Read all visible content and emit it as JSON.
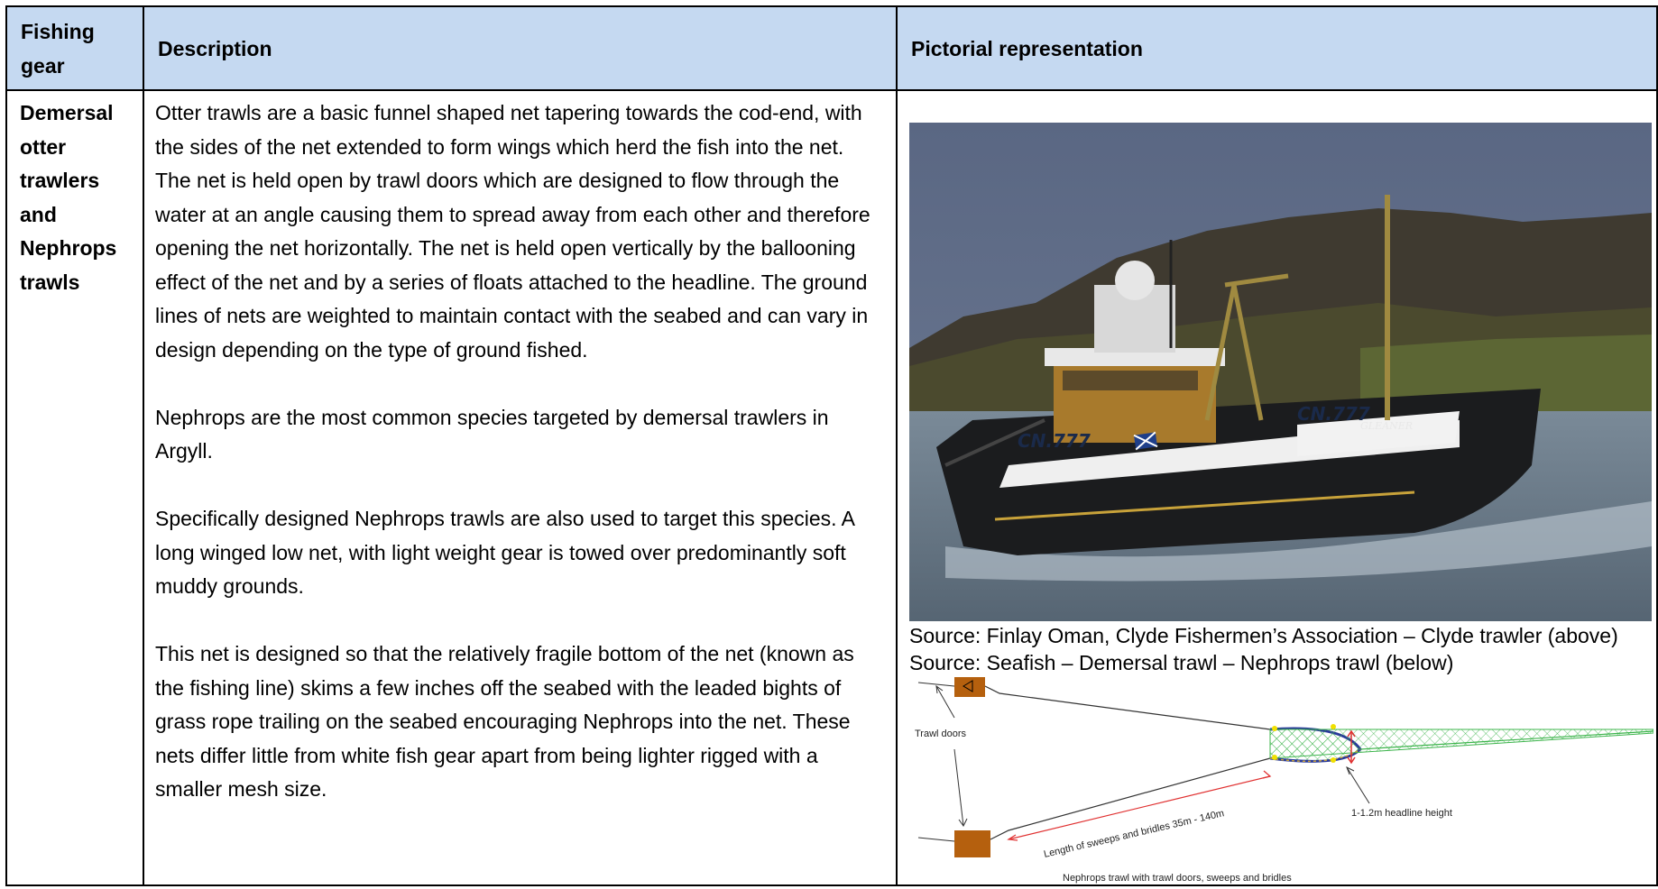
{
  "header": {
    "col1": "Fishing gear",
    "col2": "Description",
    "col3": "Pictorial representation"
  },
  "row": {
    "gear": "Demersal otter trawlers and Nephrops trawls",
    "paragraphs": [
      "Otter trawls are a basic funnel shaped net tapering towards the cod-end, with the sides of the net extended to form wings which herd the fish into the net. The net is held open by trawl doors which are designed to flow through the water at an angle causing them to spread away from each other and therefore opening the net horizontally. The net is held open vertically by the ballooning effect of the net and by a series of floats attached to the headline. The ground lines of nets are weighted to maintain contact with the seabed and can vary in design depending on the type of ground fished.",
      "Nephrops are the most common species targeted by demersal trawlers in Argyll.",
      "Specifically designed Nephrops trawls are also used to target this species. A long winged low net, with light weight gear is towed over predominantly soft muddy grounds.",
      "This net is designed so that the relatively fragile bottom of the net (known as the fishing line) skims a few inches off the seabed with the leaded bights of grass rope trailing on the seabed encouraging Nephrops into the net. These nets differ little from white fish gear apart from being lighter rigged with a smaller mesh size."
    ],
    "source_1": "Source: Finlay Oman, Clyde Fishermen’s Association – Clyde trawler (above)",
    "source_2": "Source: Seafish – Demersal trawl – Nephrops trawl (below)",
    "photo": {
      "hull_number": "CN.777",
      "hull_number_bow": "CN.777",
      "vessel_name": "GLEANER",
      "colors": {
        "sky": "#51607a",
        "hill": "#3f3a30",
        "water": "#6f7f8f",
        "hull": "#1b1c1e",
        "deck": "#efefef",
        "wheelhouse": "#a87a2c"
      }
    },
    "diagram": {
      "label_doors": "Trawl doors",
      "label_headline": "1-1.2m headline  height",
      "label_sweeps": "Length of sweeps and bridles 35m - 140m",
      "caption": "Nephrops trawl with trawl doors, sweeps and bridles",
      "colors": {
        "door": "#b5600e",
        "net": "#3cb44b",
        "frame": "#2a3b9a",
        "arrow": "#e03030"
      }
    }
  }
}
